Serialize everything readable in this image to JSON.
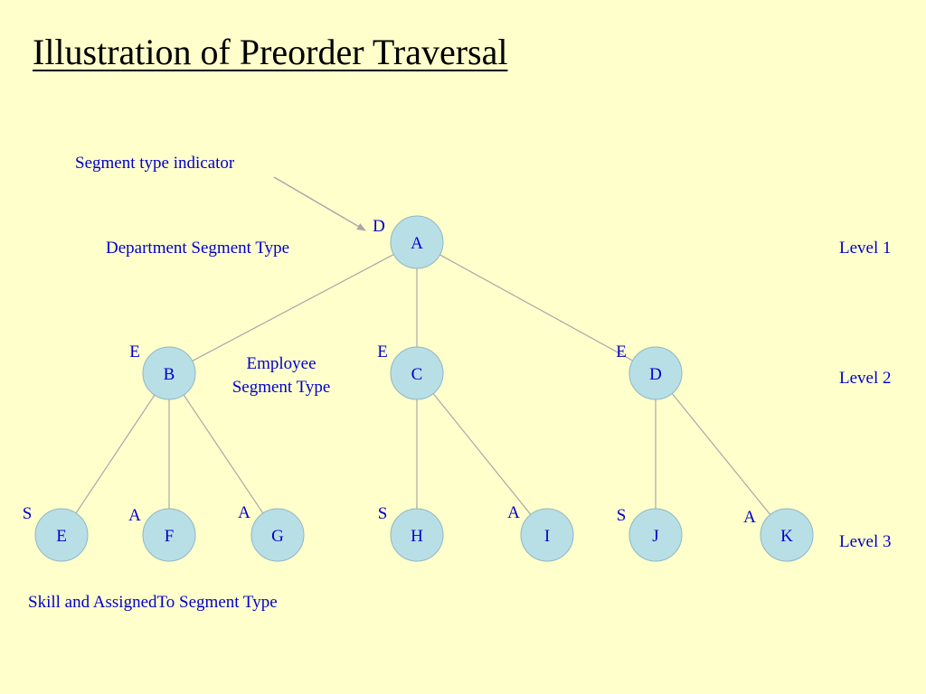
{
  "title": "Illustration of Preorder Traversal",
  "colors": {
    "background": "#ffffcc",
    "node_fill": "#b9dfe6",
    "node_stroke": "#8fb7c2",
    "edge": "#a8a8a8",
    "text": "#0000cc"
  },
  "annotations": {
    "segment_type_indicator": "Segment type indicator",
    "department_segment_type": "Department Segment Type",
    "employee_segment_type_line1": "Employee",
    "employee_segment_type_line2": "Segment Type",
    "skill_assigned_segment_type": "Skill and AssignedTo Segment Type"
  },
  "levels": [
    "Level 1",
    "Level 2",
    "Level 3"
  ],
  "nodes": [
    {
      "id": "A",
      "label": "A",
      "type": "D"
    },
    {
      "id": "B",
      "label": "B",
      "type": "E"
    },
    {
      "id": "C",
      "label": "C",
      "type": "E"
    },
    {
      "id": "D",
      "label": "D",
      "type": "E"
    },
    {
      "id": "E",
      "label": "E",
      "type": "S"
    },
    {
      "id": "F",
      "label": "F",
      "type": "A"
    },
    {
      "id": "G",
      "label": "G",
      "type": "A"
    },
    {
      "id": "H",
      "label": "H",
      "type": "S"
    },
    {
      "id": "I",
      "label": "I",
      "type": "A"
    },
    {
      "id": "J",
      "label": "J",
      "type": "S"
    },
    {
      "id": "K",
      "label": "K",
      "type": "A"
    }
  ],
  "edges": [
    [
      "A",
      "B"
    ],
    [
      "A",
      "C"
    ],
    [
      "A",
      "D"
    ],
    [
      "B",
      "E"
    ],
    [
      "B",
      "F"
    ],
    [
      "B",
      "G"
    ],
    [
      "C",
      "H"
    ],
    [
      "C",
      "I"
    ],
    [
      "D",
      "J"
    ],
    [
      "D",
      "K"
    ]
  ]
}
